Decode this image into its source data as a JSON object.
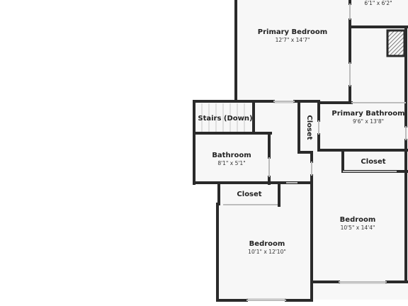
{
  "colors": {
    "background": "#ffffff",
    "floor": "#f7f7f7",
    "wall": "#2a2a2a",
    "window": "#cfcfcf",
    "text": "#222222"
  },
  "rooms": {
    "top_small": {
      "name": "",
      "dims": "6'1\" x 6'2\""
    },
    "primary_bedroom": {
      "name": "Primary Bedroom",
      "dims": "12'7\" x 14'7\""
    },
    "primary_bathroom": {
      "name": "Primary Bathroom",
      "dims": "9'6\" x 13'8\""
    },
    "stairs": {
      "name": "Stairs (Down)"
    },
    "closet_hall": {
      "name": "Closet"
    },
    "bathroom": {
      "name": "Bathroom",
      "dims": "8'1\" x 5'1\""
    },
    "closet_right": {
      "name": "Closet"
    },
    "bedroom_right": {
      "name": "Bedroom",
      "dims": "10'5\" x 14'4\""
    },
    "closet_left": {
      "name": "Closet"
    },
    "bedroom_left": {
      "name": "Bedroom",
      "dims": "10'1\" x 12'10\""
    }
  }
}
